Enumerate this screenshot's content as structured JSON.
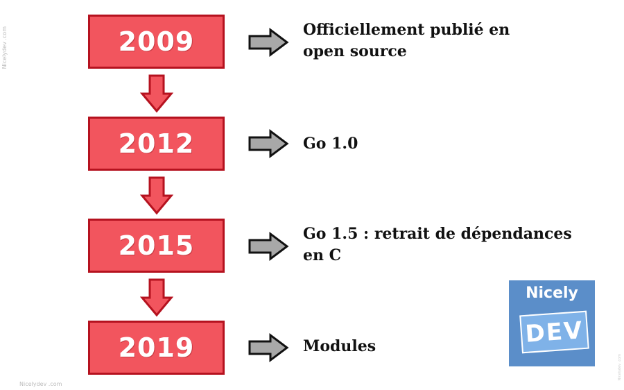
{
  "timeline": [
    {
      "year": "2009",
      "text": "Officiellement publié en\nopen source"
    },
    {
      "year": "2012",
      "text": "Go 1.0"
    },
    {
      "year": "2015",
      "text": "Go 1.5 : retrait de dépendances\nen C"
    },
    {
      "year": "2019",
      "text": "Modules"
    }
  ],
  "colors": {
    "box_fill": "#f2555e",
    "box_border": "#b5121f",
    "side_arrow_fill": "#a8a8a8",
    "logo_bg": "#5b8ec9"
  },
  "watermark": {
    "side": "Nicelydev .com",
    "bottom": "Nicelydev .com",
    "right": "Nicelydev .com"
  },
  "logo": {
    "line1": "Nicely",
    "line2": "DEV"
  }
}
